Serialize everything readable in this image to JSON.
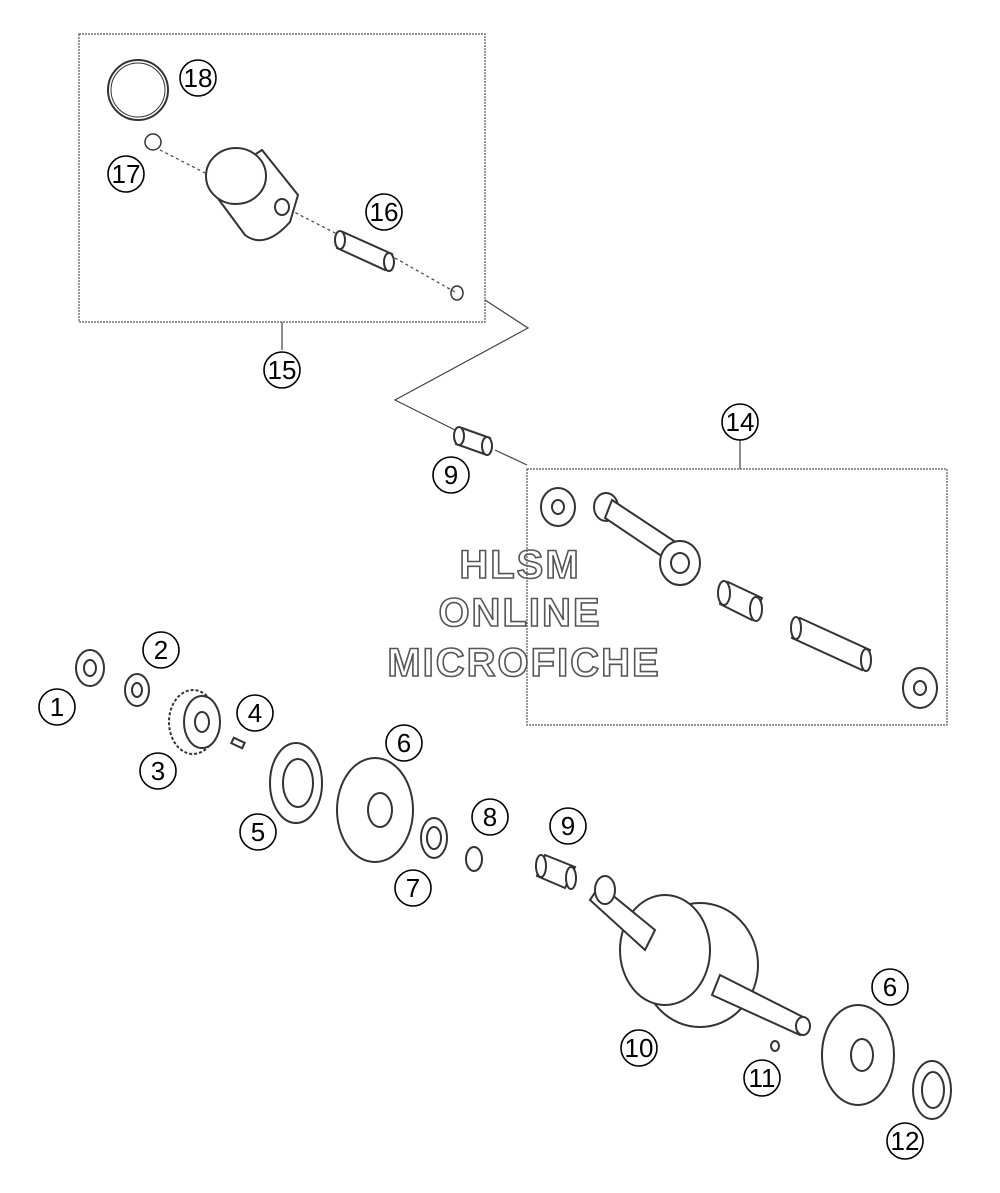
{
  "watermark": {
    "line1": "HLSM",
    "line2": "ONLINE",
    "line3": "MICROFICHE"
  },
  "callouts": [
    "1",
    "2",
    "3",
    "4",
    "5",
    "6",
    "6",
    "7",
    "8",
    "9",
    "9",
    "10",
    "11",
    "12",
    "14",
    "15",
    "16",
    "17",
    "18"
  ]
}
